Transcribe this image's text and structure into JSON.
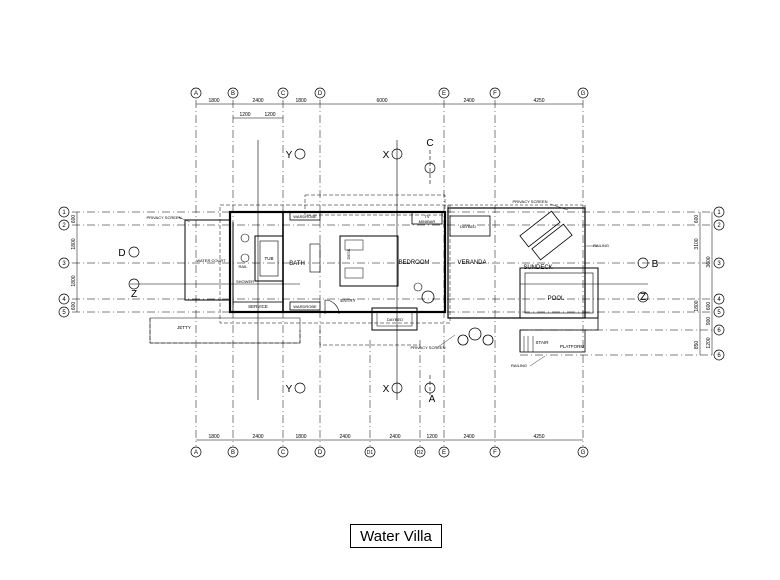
{
  "title": "Water Villa",
  "grid_columns": {
    "top": [
      "A",
      "B",
      "C",
      "D",
      "E",
      "F",
      "G"
    ],
    "bottom": [
      "A",
      "B",
      "C",
      "D",
      "D1",
      "D2",
      "E",
      "F",
      "G"
    ]
  },
  "grid_rows": {
    "left": [
      "1",
      "2",
      "3",
      "4",
      "5"
    ],
    "right": [
      "1",
      "2",
      "3",
      "4",
      "5",
      "6",
      "6"
    ]
  },
  "dimensions": {
    "top": [
      "1800",
      "2400",
      "1800",
      "6000",
      "2400",
      "4250"
    ],
    "top_sub": [
      "1200",
      "1200"
    ],
    "bottom": [
      "1800",
      "2400",
      "1800",
      "2400",
      "2400",
      "1200",
      "2400",
      "4250"
    ],
    "left": [
      "600",
      "1800",
      "1800",
      "600"
    ],
    "right": [
      "600",
      "3100",
      "3600",
      "1800",
      "600",
      "900",
      "850",
      "1200"
    ]
  },
  "section_markers": {
    "Y": "Y",
    "X": "X",
    "C": "C",
    "A": "A",
    "D": "D",
    "B": "B",
    "Z": "Z"
  },
  "rooms": {
    "bath": "BATH",
    "bedroom": "BEDROOM",
    "veranda": "VERANDA",
    "sundeck": "SUNDECK",
    "pool": "POOL",
    "entry": "ENTRY",
    "service": "SERVICE",
    "shower": "SHOWER",
    "tub": "TUB",
    "water_court": "WATER COURT",
    "desk": "DESK",
    "jetty": "JETTY",
    "stair": "STAIR",
    "platform": "PLATFORM"
  },
  "labels": {
    "privacy_screen": "PRIVACY SCREEN",
    "railing": "RAILING",
    "wardrobe": "WARDROBE",
    "daybed": "DAYBED",
    "tv": "TV",
    "minibar": "MINIBAR",
    "rail": "RAIL"
  }
}
